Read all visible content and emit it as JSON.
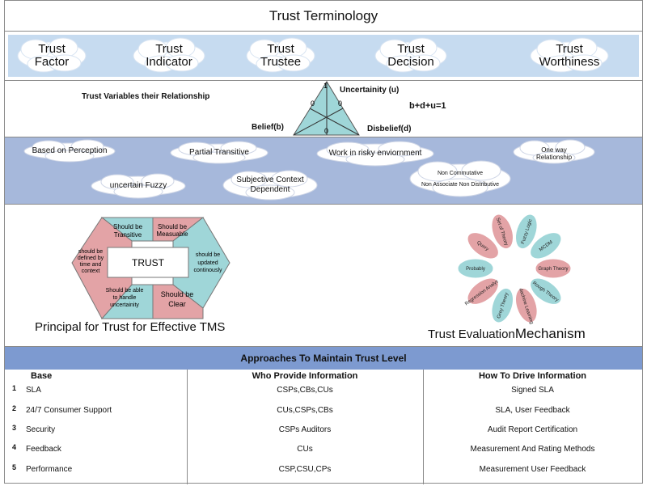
{
  "title": "Trust Terminology",
  "terminology": [
    {
      "line1": "Trust",
      "line2": "Factor"
    },
    {
      "line1": "Trust",
      "line2": "Indicator"
    },
    {
      "line1": "Trust",
      "line2": "Trustee"
    },
    {
      "line1": "Trust",
      "line2": "Decision"
    },
    {
      "line1": "Trust",
      "line2": "Worthiness"
    }
  ],
  "variables": {
    "heading": "Trust Variables their Relationship",
    "uncertainty": "Uncertainity (u)",
    "belief": "Belief(b)",
    "disbelief": "Disbelief(d)",
    "equation": "b+d+u=1",
    "vertex_top": "1",
    "inner_left": "0",
    "inner_right": "0",
    "inner_bottom": "0"
  },
  "properties": {
    "perception": "Based on Perception",
    "partial": "Partial Transitive",
    "risky": "Work in risky enviornment",
    "oneway_1": "One way",
    "oneway_2": "Relationship",
    "fuzzy": "uncertain Fuzzy",
    "subjective_1": "Subjective Context",
    "subjective_2": "Dependent",
    "noncomm_1": "Non Commutative",
    "noncomm_2": "Non Associate Non Distributive"
  },
  "principles": {
    "center": "TRUST",
    "transitive_1": "Should be",
    "transitive_2": "Transitive",
    "measurable_1": "Should be",
    "measurable_2": "Measuable",
    "updated_1": "should be",
    "updated_2": "updated",
    "updated_3": "continously",
    "clear_1": "Should be",
    "clear_2": "Clear",
    "uncertainty_1": "Should be able",
    "uncertainty_2": "to handle",
    "uncertainty_3": "uncertainity",
    "time_1": "should be",
    "time_2": "defined by",
    "time_3": "time and",
    "time_4": "context",
    "caption": "Principal for Trust for Effective TMS"
  },
  "evaluation": {
    "petals": [
      "Fuzzy Logic",
      "MCDM",
      "Graph Theory",
      "Rough Theory",
      "Machine Learning",
      "Grey Theory",
      "Regression Analysis",
      "Probably",
      "Query",
      "Set of Theory"
    ],
    "petal_colors": [
      "#9fd6d8",
      "#9fd6d8",
      "#e3a3a6",
      "#9fd6d8",
      "#e3a3a6",
      "#9fd6d8",
      "#e3a3a6",
      "#9fd6d8",
      "#e3a3a6",
      "#e3a3a6"
    ],
    "caption_a": "Trust Evaluation",
    "caption_b": "Mechanism"
  },
  "approaches": {
    "heading": "Approaches To Maintain Trust Level",
    "col1": "Base",
    "col2": "Who Provide Information",
    "col3": "How To Drive Information",
    "rows": [
      {
        "n": "1",
        "base": "SLA",
        "who": "CSPs,CBs,CUs",
        "how": "Signed SLA"
      },
      {
        "n": "2",
        "base": "24/7 Consumer Support",
        "who": "CUs,CSPs,CBs",
        "how": "SLA, User Feedback"
      },
      {
        "n": "3",
        "base": "Security",
        "who": "CSPs Auditors",
        "how": "Audit Report Certification"
      },
      {
        "n": "4",
        "base": "Feedback",
        "who": "CUs",
        "how": "Measurement And Rating Methods"
      },
      {
        "n": "5",
        "base": "Performance",
        "who": "CSP,CSU,CPs",
        "how": "Measurement User Feedback"
      }
    ]
  },
  "colors": {
    "teal": "#9fd6d8",
    "pink": "#e3a3a6",
    "band_blue": "#c6dbf0",
    "prop_blue": "#a6b8db",
    "header_blue": "#7d9ad0"
  }
}
